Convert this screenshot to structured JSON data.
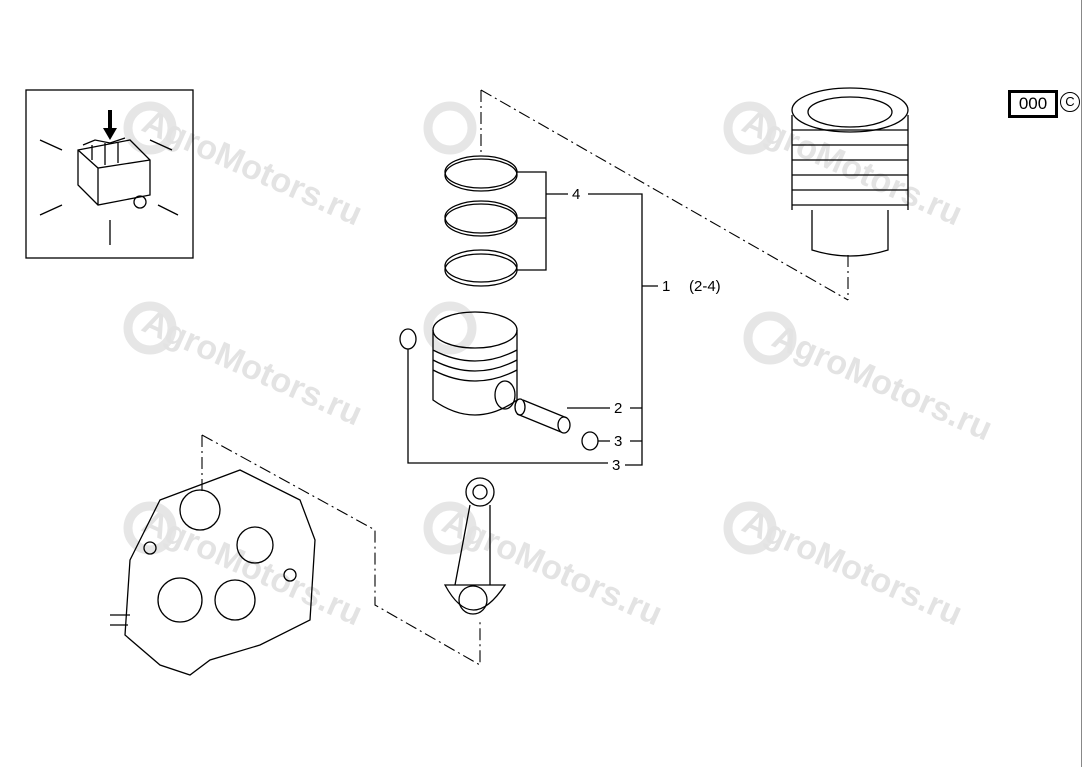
{
  "catalog_code": "000",
  "copyright_symbol": "C",
  "watermark": "AgroMotors.ru",
  "callouts": {
    "rings": "4",
    "piston_kit": "1",
    "piston_kit_range": "(2-4)",
    "pin": "2",
    "circlip_right": "3",
    "circlip_left": "3"
  }
}
